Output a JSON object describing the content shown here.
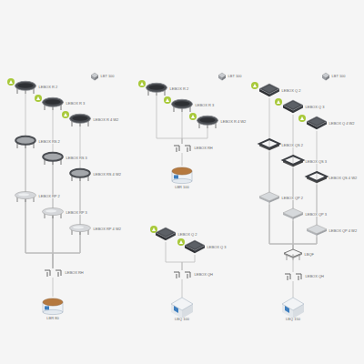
{
  "diagram": {
    "nodes": [
      {
        "text": [
          "LEBOX R 2"
        ]
      },
      {
        "text": [
          "LEBOX R 3"
        ]
      },
      {
        "text": [
          "LEBOX R 4 W2"
        ]
      },
      {
        "text": [
          "LBT 100"
        ]
      },
      {
        "text": [
          "LEBOX RS 2"
        ]
      },
      {
        "text": [
          "LEBOX RS 3"
        ]
      },
      {
        "text": [
          "LEBOX RS 4 W2"
        ]
      },
      {
        "text": [
          "LEBOX RP 2"
        ]
      },
      {
        "text": [
          "LEBOX RP 3"
        ]
      },
      {
        "text": [
          "LEBOX RP 4 W2"
        ]
      },
      {
        "text": [
          "LEBOX RH"
        ]
      },
      {
        "text": [
          "LBR 80"
        ]
      },
      {
        "text": [
          "LEBOX R 2"
        ]
      },
      {
        "text": [
          "LEBOX R 3"
        ]
      },
      {
        "text": [
          "LEBOX R 4 W2"
        ]
      },
      {
        "text": [
          "LBT 100"
        ]
      },
      {
        "text": [
          "LEBOX RH"
        ]
      },
      {
        "text": [
          "LBR 100"
        ]
      },
      {
        "text": [
          "LEBOX Q 2"
        ]
      },
      {
        "text": [
          "LEBOX Q 3"
        ]
      },
      {
        "text": [
          "LEBOX QH"
        ]
      },
      {
        "text": [
          "LBQ 100"
        ]
      },
      {
        "text": [
          "LEBOX Q 2"
        ]
      },
      {
        "text": [
          "LEBOX Q 3"
        ]
      },
      {
        "text": [
          "LEBOX Q 4 W2"
        ]
      },
      {
        "text": [
          "LBT 100"
        ]
      },
      {
        "text": [
          "LEBOX QS 2"
        ]
      },
      {
        "text": [
          "LEBOX QS 3"
        ]
      },
      {
        "text": [
          "LEBOX QS 4 W2"
        ]
      },
      {
        "text": [
          "LEBOX QP 2"
        ]
      },
      {
        "text": [
          "LEBOX QP 3"
        ]
      },
      {
        "text": [
          "LEBOX QP 4 W2"
        ]
      },
      {
        "text": [
          "LBQF"
        ]
      },
      {
        "text": [
          "LEBOX QH"
        ]
      },
      {
        "text": [
          "LBQ 150"
        ]
      }
    ],
    "edges": [
      {
        "from": 0,
        "to": 10,
        "arrow": "none"
      },
      {
        "from": 1,
        "to": 10,
        "arrow": "none"
      },
      {
        "from": 2,
        "to": 10,
        "arrow": "none"
      },
      {
        "from": 4,
        "to": 10,
        "arrow": "none"
      },
      {
        "from": 5,
        "to": 10,
        "arrow": "none"
      },
      {
        "from": 6,
        "to": 10,
        "arrow": "none"
      },
      {
        "from": 7,
        "to": 10,
        "arrow": "none"
      },
      {
        "from": 8,
        "to": 10,
        "arrow": "none"
      },
      {
        "from": 9,
        "to": 10,
        "arrow": "none"
      },
      {
        "from": 10,
        "to": 11,
        "arrow": "none"
      },
      {
        "from": 12,
        "to": 16,
        "arrow": "none"
      },
      {
        "from": 13,
        "to": 16,
        "arrow": "none"
      },
      {
        "from": 14,
        "to": 16,
        "arrow": "none"
      },
      {
        "from": 16,
        "to": 17,
        "arrow": "none"
      },
      {
        "from": 18,
        "to": 20,
        "arrow": "none"
      },
      {
        "from": 19,
        "to": 20,
        "arrow": "none"
      },
      {
        "from": 20,
        "to": 21,
        "arrow": "none"
      },
      {
        "from": 22,
        "to": 32,
        "arrow": "none"
      },
      {
        "from": 23,
        "to": 32,
        "arrow": "none"
      },
      {
        "from": 24,
        "to": 32,
        "arrow": "none"
      },
      {
        "from": 26,
        "to": 32,
        "arrow": "none"
      },
      {
        "from": 27,
        "to": 32,
        "arrow": "none"
      },
      {
        "from": 28,
        "to": 32,
        "arrow": "none"
      },
      {
        "from": 29,
        "to": 32,
        "arrow": "none"
      },
      {
        "from": 30,
        "to": 32,
        "arrow": "none"
      },
      {
        "from": 31,
        "to": 32,
        "arrow": "none"
      },
      {
        "from": 32,
        "to": 33,
        "arrow": "none"
      },
      {
        "from": 33,
        "to": 34,
        "arrow": "none"
      }
    ]
  }
}
